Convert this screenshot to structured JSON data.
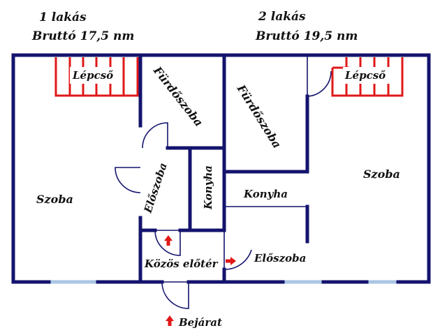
{
  "apartment1": {
    "title": "1 lakás",
    "area": "Bruttó 17,5 nm",
    "rooms": {
      "room": "Szoba",
      "stairs": "Lépcső",
      "bathroom": "Fürdőszoba",
      "hall": "Előszoba",
      "kitchen": "Konyha"
    }
  },
  "apartment2": {
    "title": "2 lakás",
    "area": "Bruttó 19,5 nm",
    "rooms": {
      "room": "Szoba",
      "stairs": "Lépcső",
      "bathroom": "Fürdőszoba",
      "hall": "Előszoba",
      "kitchen": "Konyha"
    }
  },
  "common": {
    "hall": "Közös előtér",
    "entrance": "Bejárat"
  },
  "colors": {
    "wall": "#14146e",
    "stairs": "#e01818",
    "window": "#a9c6e4",
    "arrow": "#e01818"
  }
}
